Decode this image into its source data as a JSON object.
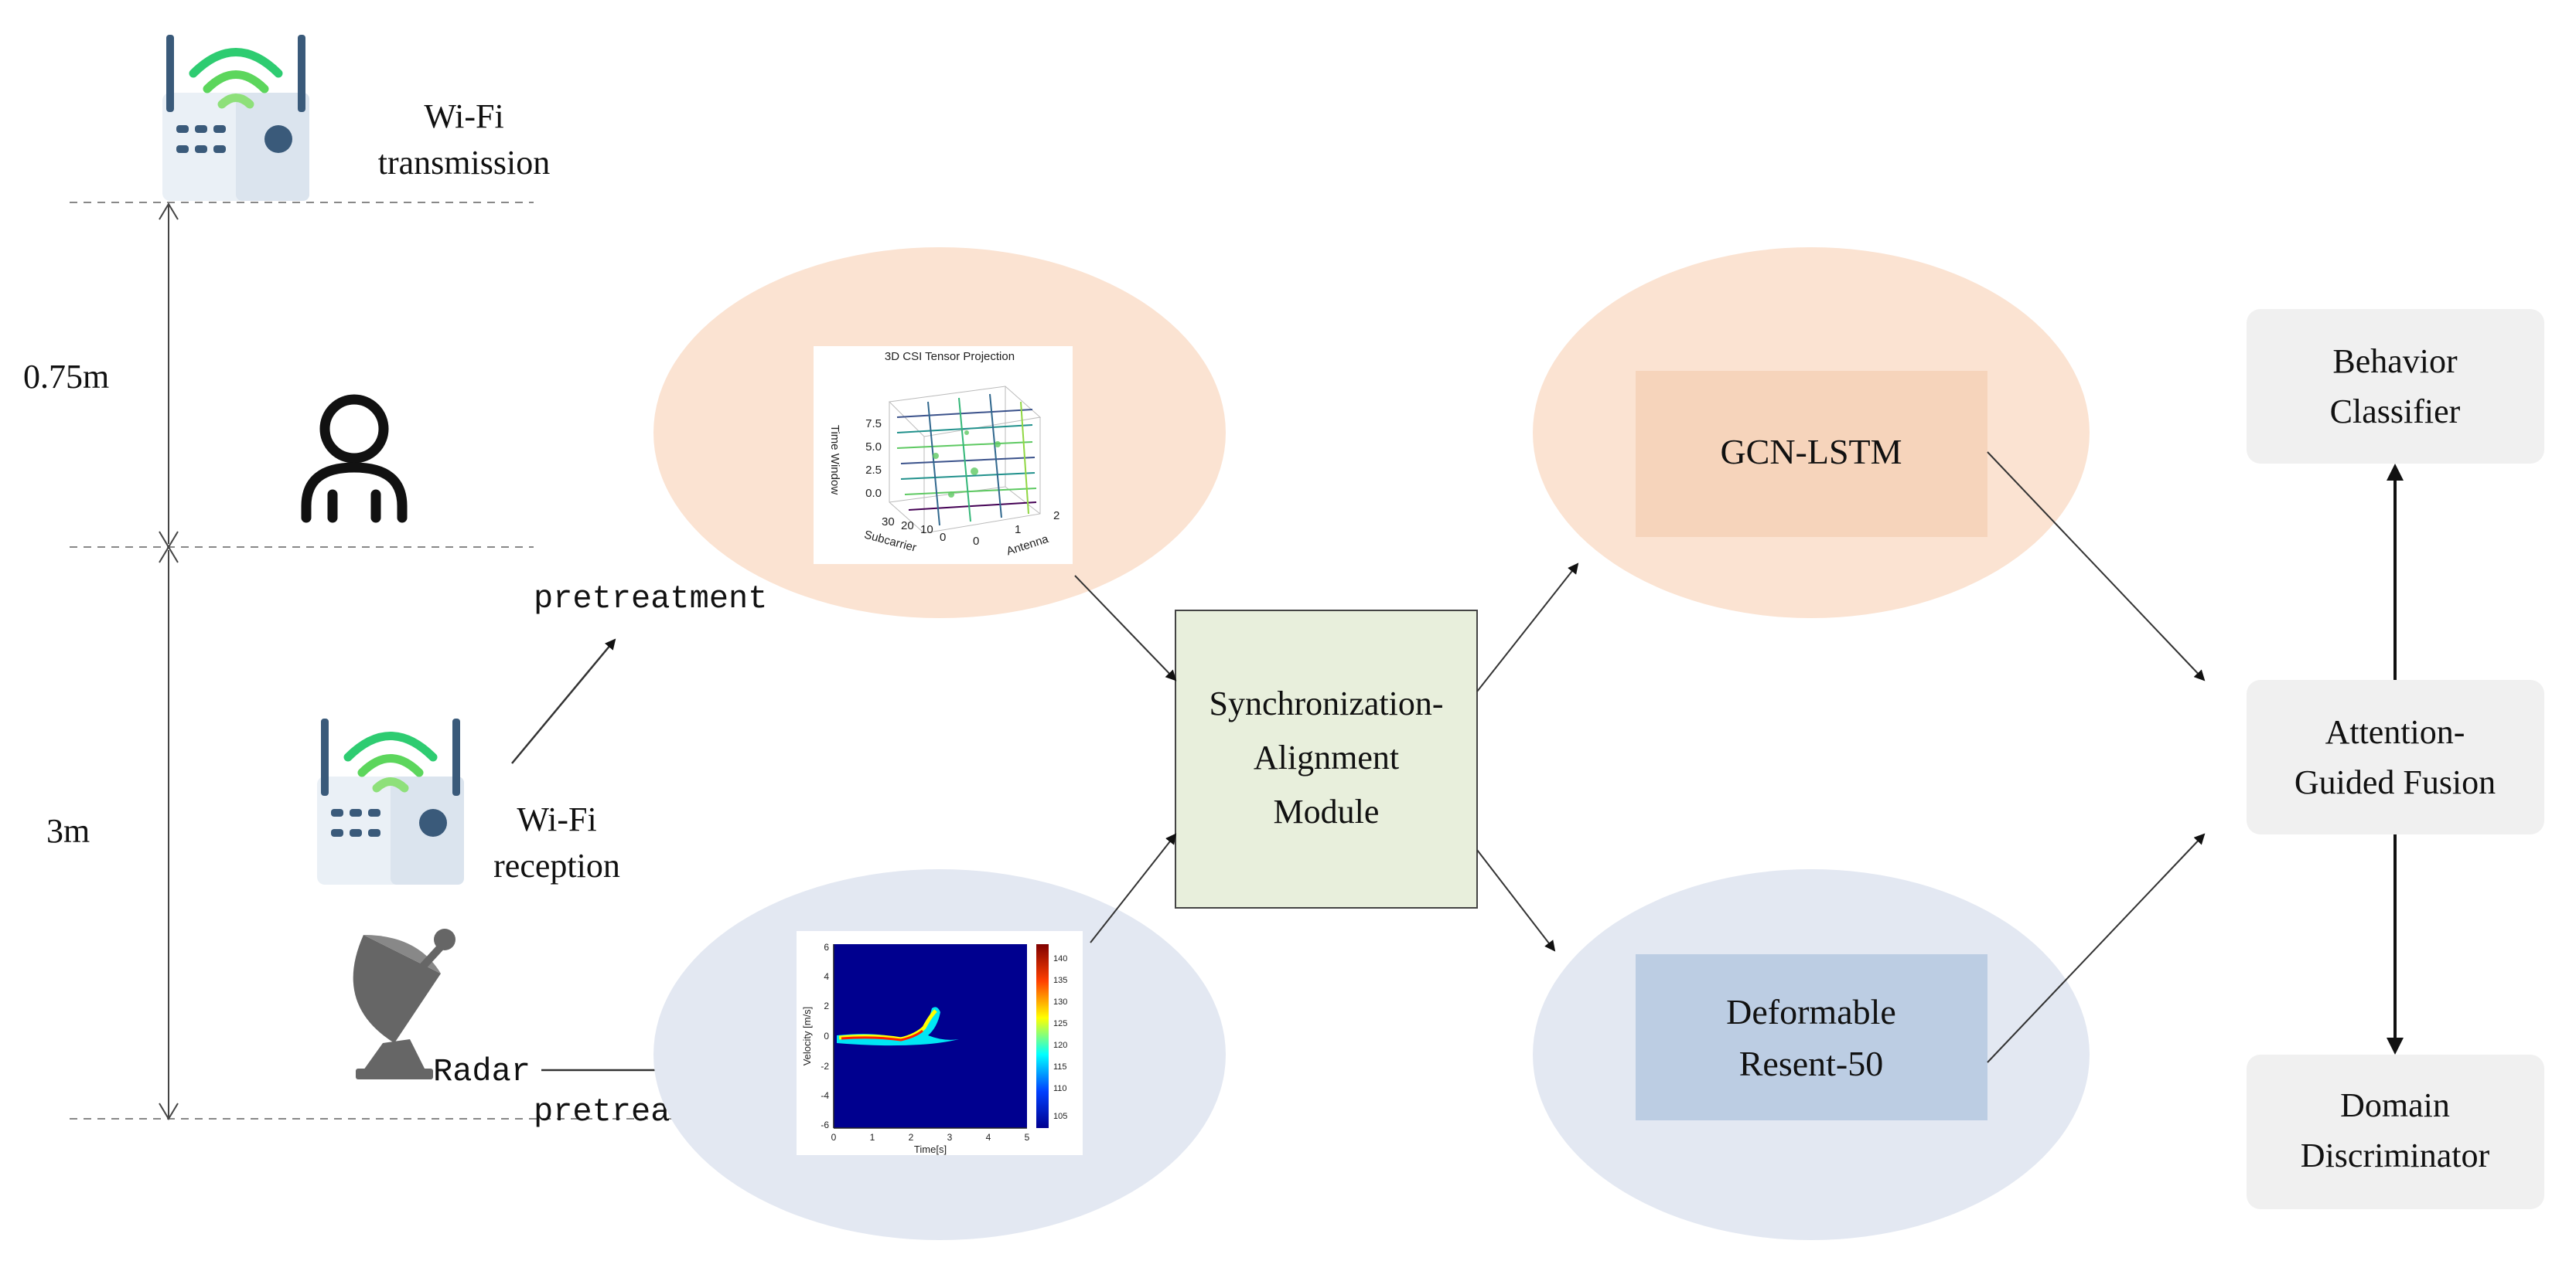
{
  "left": {
    "tx_label_line1": "Wi-Fi",
    "tx_label_line2": "transmission",
    "dist_top": "0.75m",
    "dist_bottom": "3m",
    "rx_label_line1": "Wi-Fi",
    "rx_label_line2": "reception",
    "radar_label": "Radar",
    "pretreatment_top": "pretreatment",
    "pretreatment_bottom": "pretreatment"
  },
  "csi_plot": {
    "title": "3D CSI Tensor Projection",
    "zlabel": "Time Window",
    "xlabel": "Subcarrier",
    "ylabel": "Antenna",
    "z_ticks": [
      "7.5",
      "5.0",
      "2.5",
      "0.0"
    ],
    "x_ticks": [
      "30",
      "20",
      "10",
      "0"
    ],
    "y_ticks": [
      "0",
      "1",
      "2"
    ]
  },
  "doppler_plot": {
    "ylabel": "Velocity [m/s]",
    "xlabel": "Time[s]",
    "y_ticks": [
      "6",
      "4",
      "2",
      "0",
      "-2",
      "-4",
      "-6"
    ],
    "x_ticks": [
      "0",
      "1",
      "2",
      "3",
      "4",
      "5"
    ],
    "cbar_ticks": [
      "140",
      "135",
      "130",
      "125",
      "120",
      "115",
      "110",
      "105"
    ]
  },
  "sync": {
    "line1": "Synchronization-",
    "line2": "Alignment",
    "line3": "Module"
  },
  "gcn": {
    "label": "GCN-LSTM"
  },
  "resnet": {
    "line1": "Deformable",
    "line2": "Resent-50"
  },
  "behavior": {
    "line1": "Behavior",
    "line2": "Classifier"
  },
  "fusion": {
    "line1": "Attention-",
    "line2": "Guided Fusion"
  },
  "domain": {
    "line1": "Domain",
    "line2": "Discriminator"
  },
  "colors": {
    "orange_ellipse": "#fbe3d2",
    "blue_ellipse": "#e3e8f2",
    "gcn_box": "#f6d4bb",
    "resnet_box": "#bccde3",
    "sync_box": "#e8efdc",
    "right_box": "#f0f0f0",
    "wifi_green": "#2ecc71",
    "router_body": "#dfe8f0"
  }
}
